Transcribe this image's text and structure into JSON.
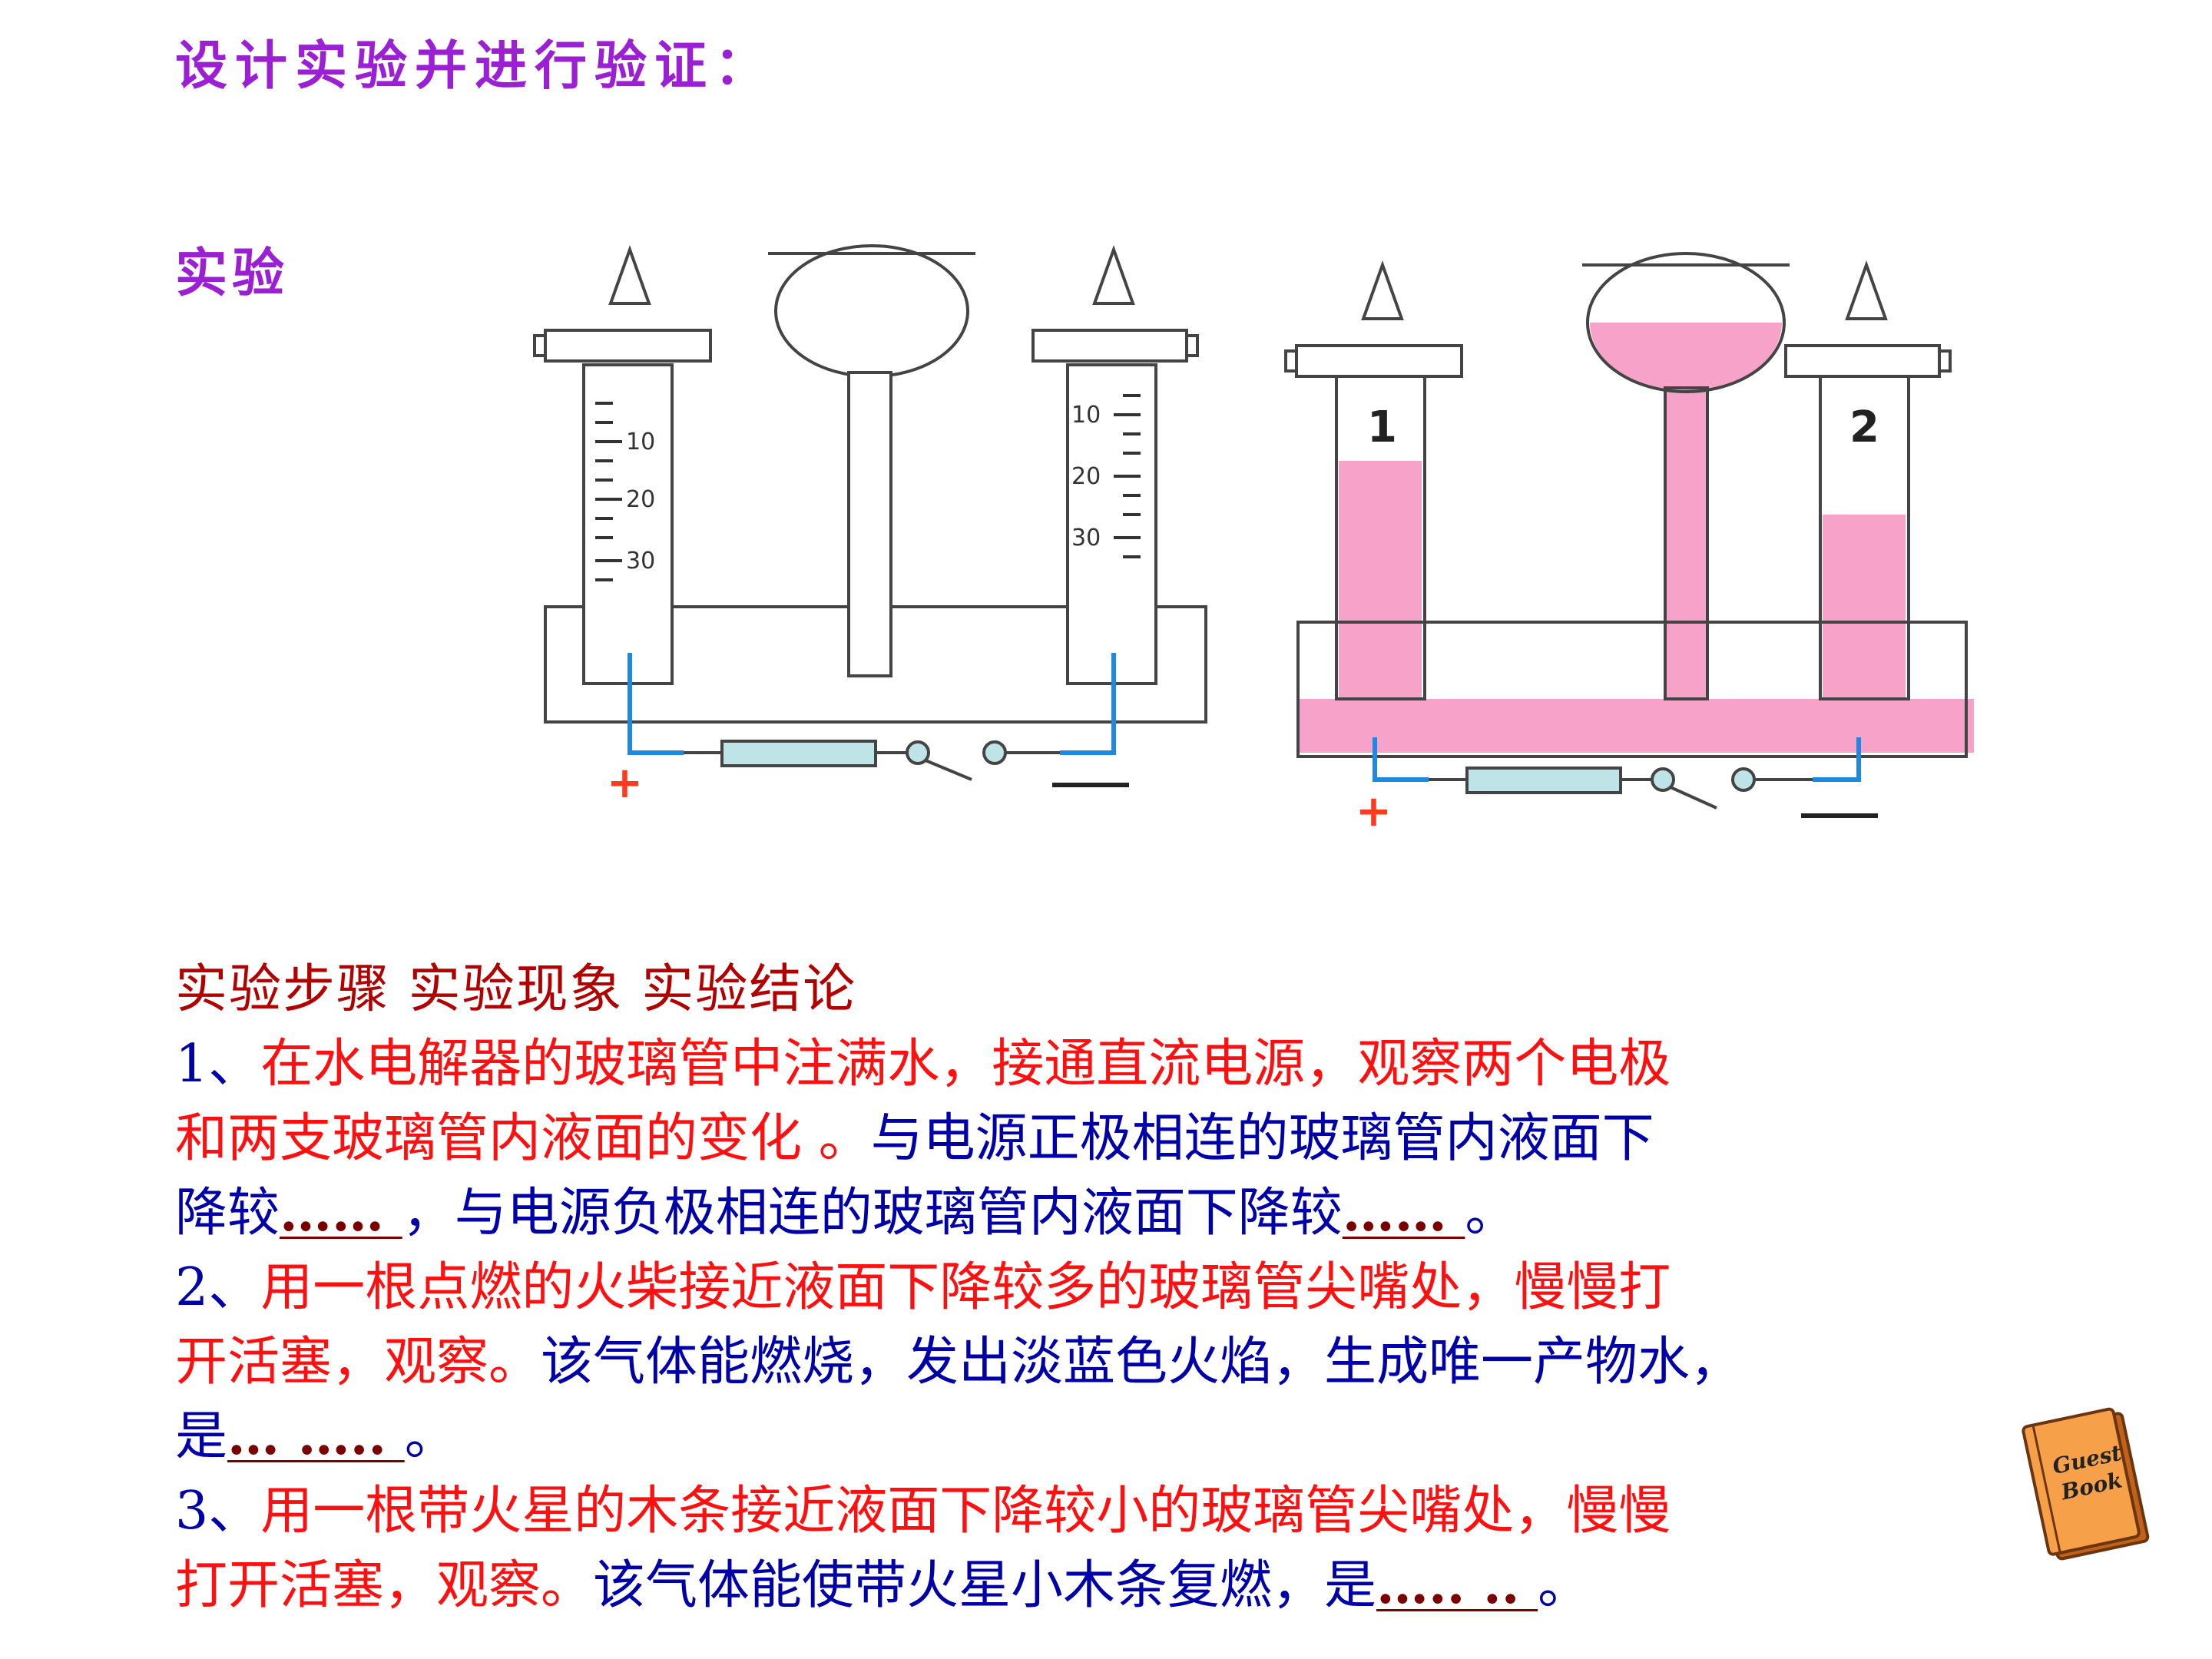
{
  "title": "设计实验并进行验证：",
  "subtitle": "实验",
  "figure": {
    "left_scale": [
      "10",
      "20",
      "30"
    ],
    "right_scale": [
      "10",
      "20",
      "30"
    ],
    "tube_1_label": "1",
    "tube_2_label": "2",
    "plus": "+",
    "minus": "—",
    "water_color": "#f7a3c9"
  },
  "header": "实验步骤 实验现象 实验结论",
  "lines": {
    "l1_num": "1、",
    "l1_red": "在水电解器的玻璃管中注满水，接通直流电源，观察两个电极",
    "l2_red": "和两支玻璃管内液面的变化 。",
    "l2_blue": "与电源正极相连的玻璃管内液面下",
    "l3_blue_a": "降较",
    "l3_blank_a": "…… ",
    "l3_blue_b": "，与电源负极相连的玻璃管内液面下降较",
    "l3_blank_b": "…… ",
    "l3_end": "。",
    "l4_num": "2、",
    "l4_red": "用一根点燃的火柴接近液面下降较多的玻璃管尖嘴处，慢慢打",
    "l5_red": "开活塞，观察。",
    "l5_blue": "该气体能燃烧，发出淡蓝色火焰，生成唯一产物水，",
    "l6_blue": "是",
    "l6_blank": "… ….. ",
    "l6_end": "。",
    "l7_num": "3、",
    "l7_red": "用一根带火星的木条接近液面下降较小的玻璃管尖嘴处，慢慢",
    "l8_red": "打开活塞，观察。",
    "l8_blue": "该气体能使带火星小木条复燃，是",
    "l8_blank": "….. .. ",
    "l8_end": "。"
  },
  "guest_book": {
    "line1": "Guest",
    "line2": "Book",
    "color": "#f7a04a"
  }
}
